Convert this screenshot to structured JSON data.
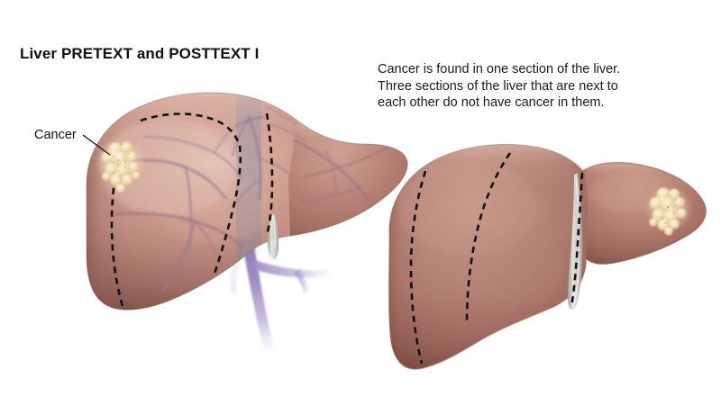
{
  "figure": {
    "title": "Liver PRETEXT and POSTTEXT I",
    "caption": {
      "line1": "Cancer is found in one section of the liver.",
      "line2": "Three sections of the liver that are next to",
      "line3": "each other do not have cancer in them."
    },
    "annotations": {
      "cancer_label": "Cancer"
    },
    "background_color": "#ffffff",
    "colors": {
      "liver_base": "#b0786e",
      "liver_light": "#d7afa4",
      "liver_highlight": "#e3c3b7",
      "liver_shadow": "#8d5a52",
      "liver_deep_shadow": "#784a45",
      "tumor_base": "#f5e0b8",
      "tumor_light": "#fbf2de",
      "tumor_speck": "#c46a34",
      "vessel_purple": "#9b7fa5",
      "vessel_mauve": "#a06f80",
      "vena_cava_blue": "#7f9ac4",
      "vena_cava_light": "#aec4de",
      "portal_vein": "#9d8ec2",
      "gallbladder": "#d8d8d4",
      "dash_line": "#111111",
      "text": "#111111"
    },
    "views": [
      {
        "name": "anterior-view",
        "label": "Left liver illustration, anterior view with vessels",
        "has_tumor": true,
        "tumor_location": "left lateral lobe",
        "section_divider_count": 3,
        "structures": [
          "vena-cava",
          "portal-vein",
          "hepatic-vessels",
          "gallbladder",
          "tumor"
        ]
      },
      {
        "name": "posterior-view",
        "label": "Right liver illustration, alternate view",
        "has_tumor": true,
        "tumor_location": "right lateral lobe",
        "section_divider_count": 3,
        "structures": [
          "gallbladder",
          "tumor"
        ]
      }
    ]
  }
}
